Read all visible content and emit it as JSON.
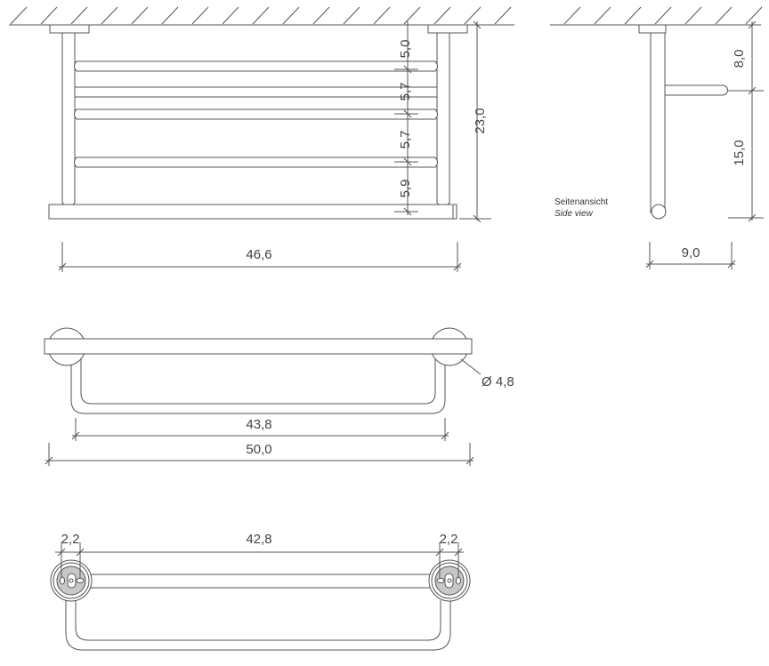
{
  "front_view": {
    "spacing_dims": [
      "5,0",
      "5,7",
      "5,7",
      "5,9"
    ],
    "height_dim": "23,0",
    "width_dim": "46,6"
  },
  "side_view": {
    "label_de": "Seitenansicht",
    "label_en": "Side view",
    "upper_dim": "8,0",
    "lower_dim": "15,0",
    "depth_dim": "9,0"
  },
  "top_view": {
    "diameter_dim": "Ø 4,8",
    "inner_width_dim": "43,8",
    "outer_width_dim": "50,0"
  },
  "bottom_view": {
    "left_offset_dim": "2,2",
    "center_dim": "42,8",
    "right_offset_dim": "2,2"
  }
}
